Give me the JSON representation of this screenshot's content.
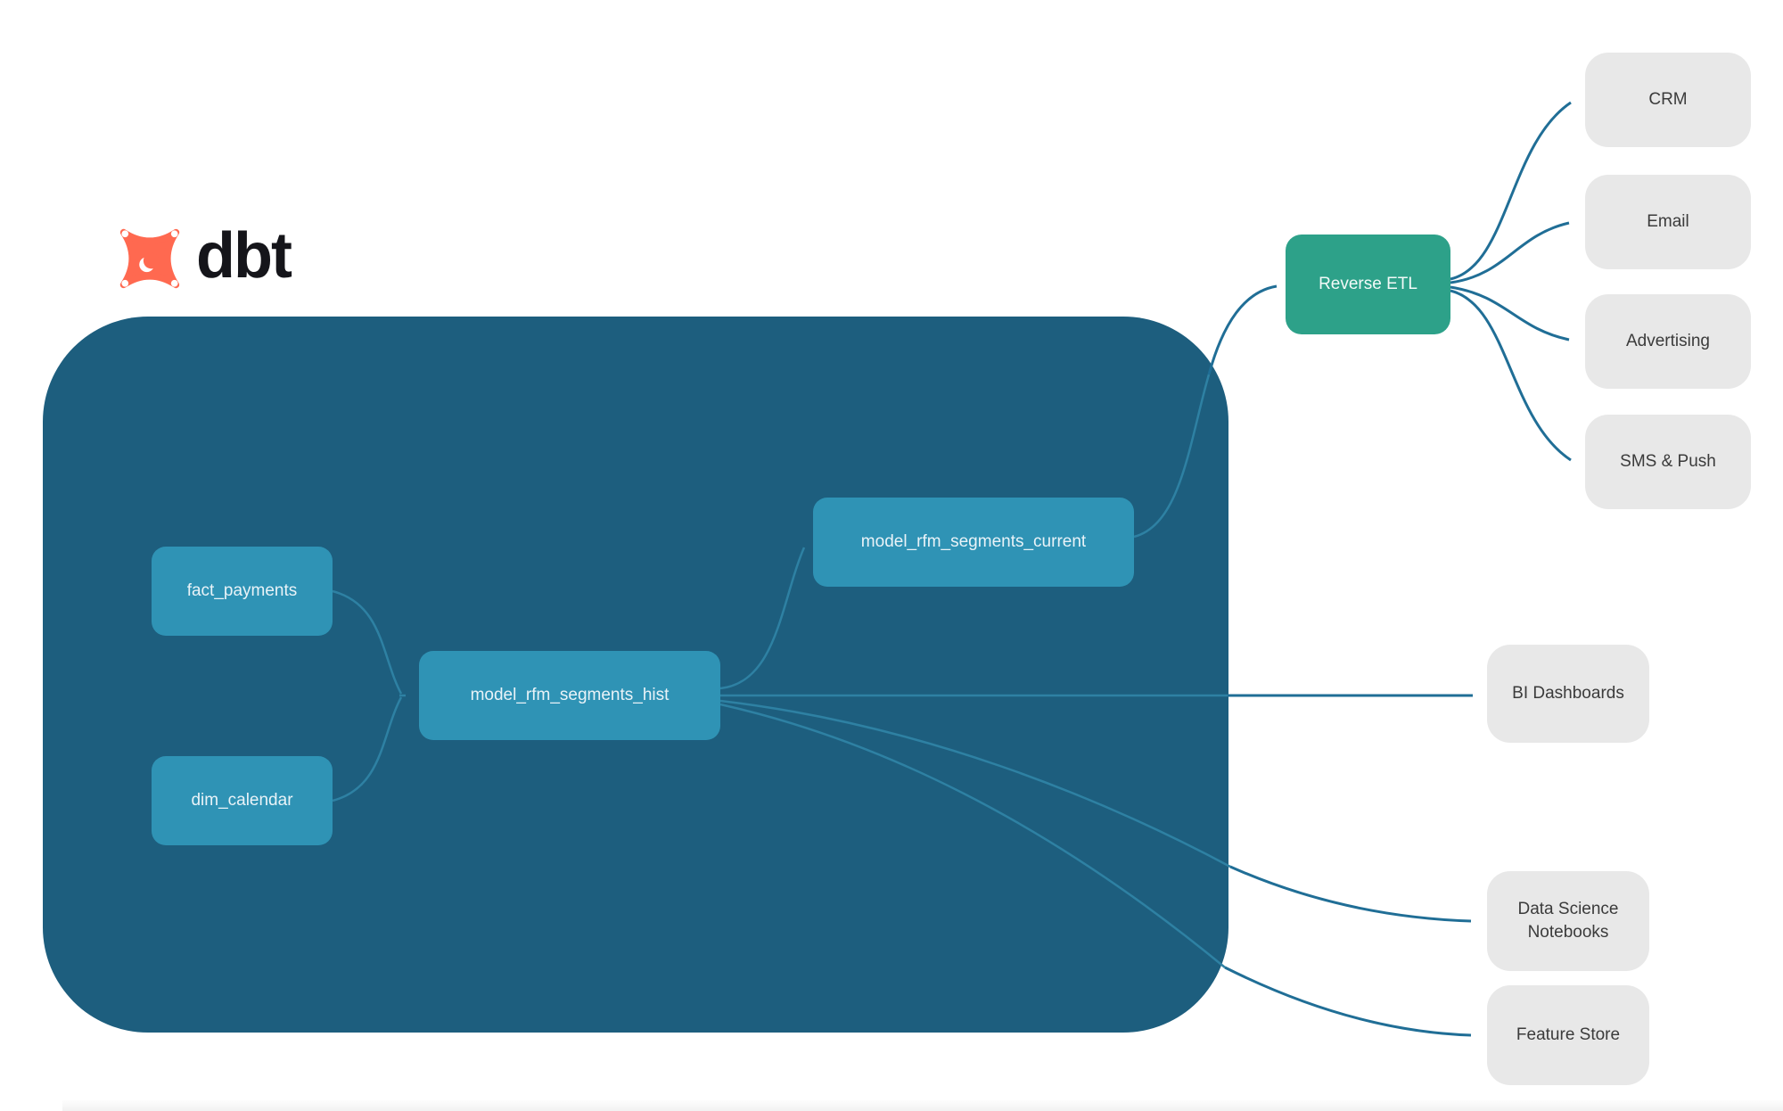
{
  "logo": {
    "text": "dbt",
    "icon": "dbt-star-icon",
    "color": "#ff6950"
  },
  "warehouse": {
    "nodes": [
      {
        "id": "fact_payments",
        "label": "fact_payments"
      },
      {
        "id": "dim_calendar",
        "label": "dim_calendar"
      },
      {
        "id": "model_rfm_segments_hist",
        "label": "model_rfm_segments_hist"
      },
      {
        "id": "model_rfm_segments_current",
        "label": "model_rfm_segments_current"
      }
    ]
  },
  "reverse_etl": {
    "label": "Reverse ETL"
  },
  "activation_targets": [
    {
      "label": "CRM"
    },
    {
      "label": "Email"
    },
    {
      "label": "Advertising"
    },
    {
      "label": "SMS & Push"
    }
  ],
  "analytics_targets": [
    {
      "label": "BI Dashboards"
    },
    {
      "label": "Data Science Notebooks"
    },
    {
      "label": "Feature Store"
    }
  ],
  "edges": [
    {
      "from": "fact_payments",
      "to": "model_rfm_segments_hist"
    },
    {
      "from": "dim_calendar",
      "to": "model_rfm_segments_hist"
    },
    {
      "from": "model_rfm_segments_hist",
      "to": "model_rfm_segments_current"
    },
    {
      "from": "model_rfm_segments_current",
      "to": "Reverse ETL"
    },
    {
      "from": "Reverse ETL",
      "to": "CRM"
    },
    {
      "from": "Reverse ETL",
      "to": "Email"
    },
    {
      "from": "Reverse ETL",
      "to": "Advertising"
    },
    {
      "from": "Reverse ETL",
      "to": "SMS & Push"
    },
    {
      "from": "model_rfm_segments_hist",
      "to": "BI Dashboards"
    },
    {
      "from": "model_rfm_segments_hist",
      "to": "Data Science Notebooks"
    },
    {
      "from": "model_rfm_segments_hist",
      "to": "Feature Store"
    }
  ],
  "colors": {
    "container": "#1d5e7e",
    "model_node": "#2f93b5",
    "reverse_etl": "#2da189",
    "destination_box": "#e8e8e8",
    "edge_inside": "#2e81a3",
    "edge_outside": "#206e96",
    "logo_orange": "#ff6950"
  }
}
